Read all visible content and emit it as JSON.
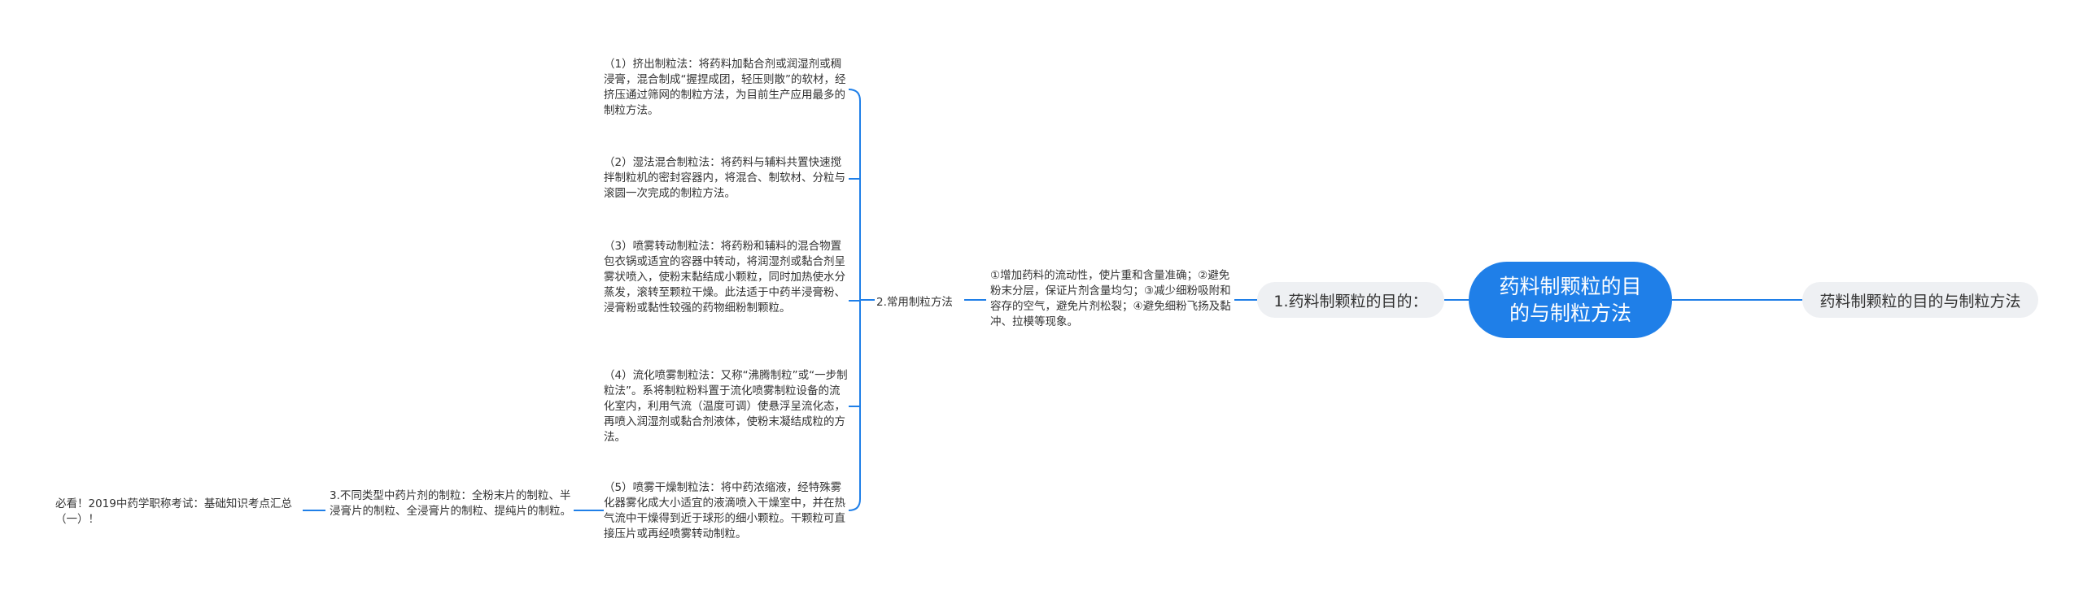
{
  "mindmap": {
    "root": {
      "label": "药料制颗粒的目的与制粒方法"
    },
    "right_node": {
      "label": "药料制颗粒的目的与制粒方法"
    },
    "purpose": {
      "label": "1.药料制颗粒的目的：",
      "detail": "①增加药料的流动性，使片重和含量准确；②避免粉末分层，保证片剂含量均匀；③减少细粉吸附和容存的空气，避免片剂松裂；④避免细粉飞扬及黏冲、拉模等现象。"
    },
    "common_methods": {
      "label": "2.常用制粒方法",
      "items": [
        "（1）挤出制粒法：将药料加黏合剂或润湿剂或稠浸膏，混合制成“握捏成团，轻压则散”的软材，经挤压通过筛网的制粒方法，为目前生产应用最多的制粒方法。",
        "（2）湿法混合制粒法：将药料与辅料共置快速搅拌制粒机的密封容器内，将混合、制软材、分粒与滚圆一次完成的制粒方法。",
        "（3）喷雾转动制粒法：将药粉和辅料的混合物置包衣锅或适宜的容器中转动，将润湿剂或黏合剂呈雾状喷入，使粉末黏结成小颗粒，同时加热使水分蒸发，滚转至颗粒干燥。此法适于中药半浸膏粉、浸膏粉或黏性较强的药物细粉制颗粒。",
        "（4）流化喷雾制粒法：又称“沸腾制粒”或“一步制粒法”。系将制粒粉料置于流化喷雾制粒设备的流化室内，利用气流（温度可调）使悬浮呈流化态，再喷入润湿剂或黏合剂液体，使粉末凝结成粒的方法。",
        "（5）喷雾干燥制粒法：将中药浓缩液，经特殊雾化器雾化成大小适宜的液滴喷入干燥室中，并在热气流中干燥得到近于球形的细小颗粒。干颗粒可直接压片或再经喷雾转动制粒。"
      ]
    },
    "types": {
      "label": "3.不同类型中药片剂的制粒：全粉末片的制粒、半浸膏片的制粒、全浸膏片的制粒、提纯片的制粒。"
    },
    "link": {
      "label": "必看！2019中药学职称考试：基础知识考点汇总（一）！"
    },
    "colors": {
      "accent": "#1f7fe8",
      "line": "#1f7fe8",
      "pill_bg": "#eef0f3"
    }
  }
}
